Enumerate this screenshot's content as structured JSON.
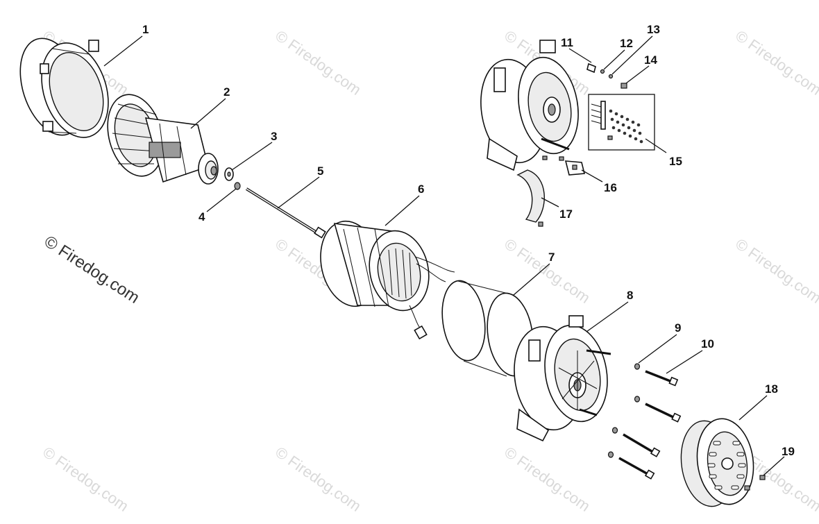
{
  "diagram": {
    "callouts": [
      "1",
      "2",
      "3",
      "4",
      "5",
      "6",
      "7",
      "8",
      "9",
      "10",
      "11",
      "12",
      "13",
      "14",
      "15",
      "16",
      "17",
      "18",
      "19"
    ],
    "watermark_main": "© Firedog.com",
    "watermark_tile": "© Firedog.com"
  },
  "colors": {
    "line": "#111111",
    "watermark": "#d9d9d9",
    "background": "#ffffff"
  }
}
